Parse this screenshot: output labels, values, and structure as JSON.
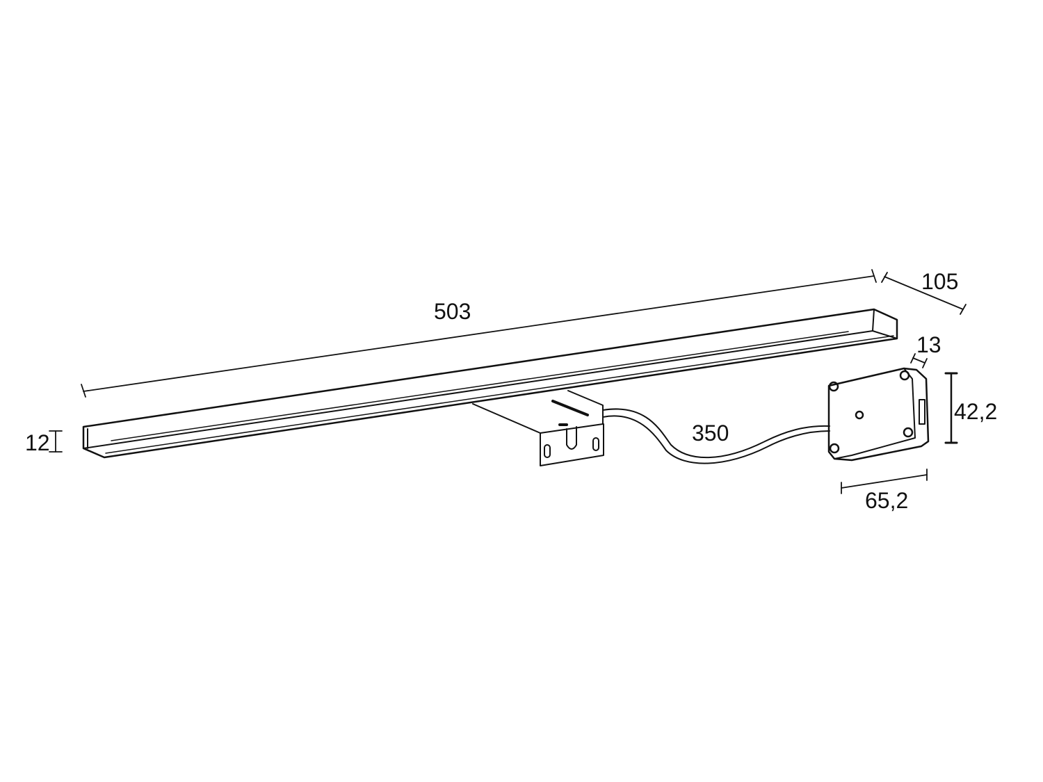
{
  "drawing": {
    "dimensions": {
      "length": "503",
      "depth": "105",
      "bar_height": "12",
      "cable_length": "350",
      "box_depth": "13",
      "box_height": "42,2",
      "box_width": "65,2"
    },
    "line_color": "#111111",
    "background": "#ffffff"
  }
}
